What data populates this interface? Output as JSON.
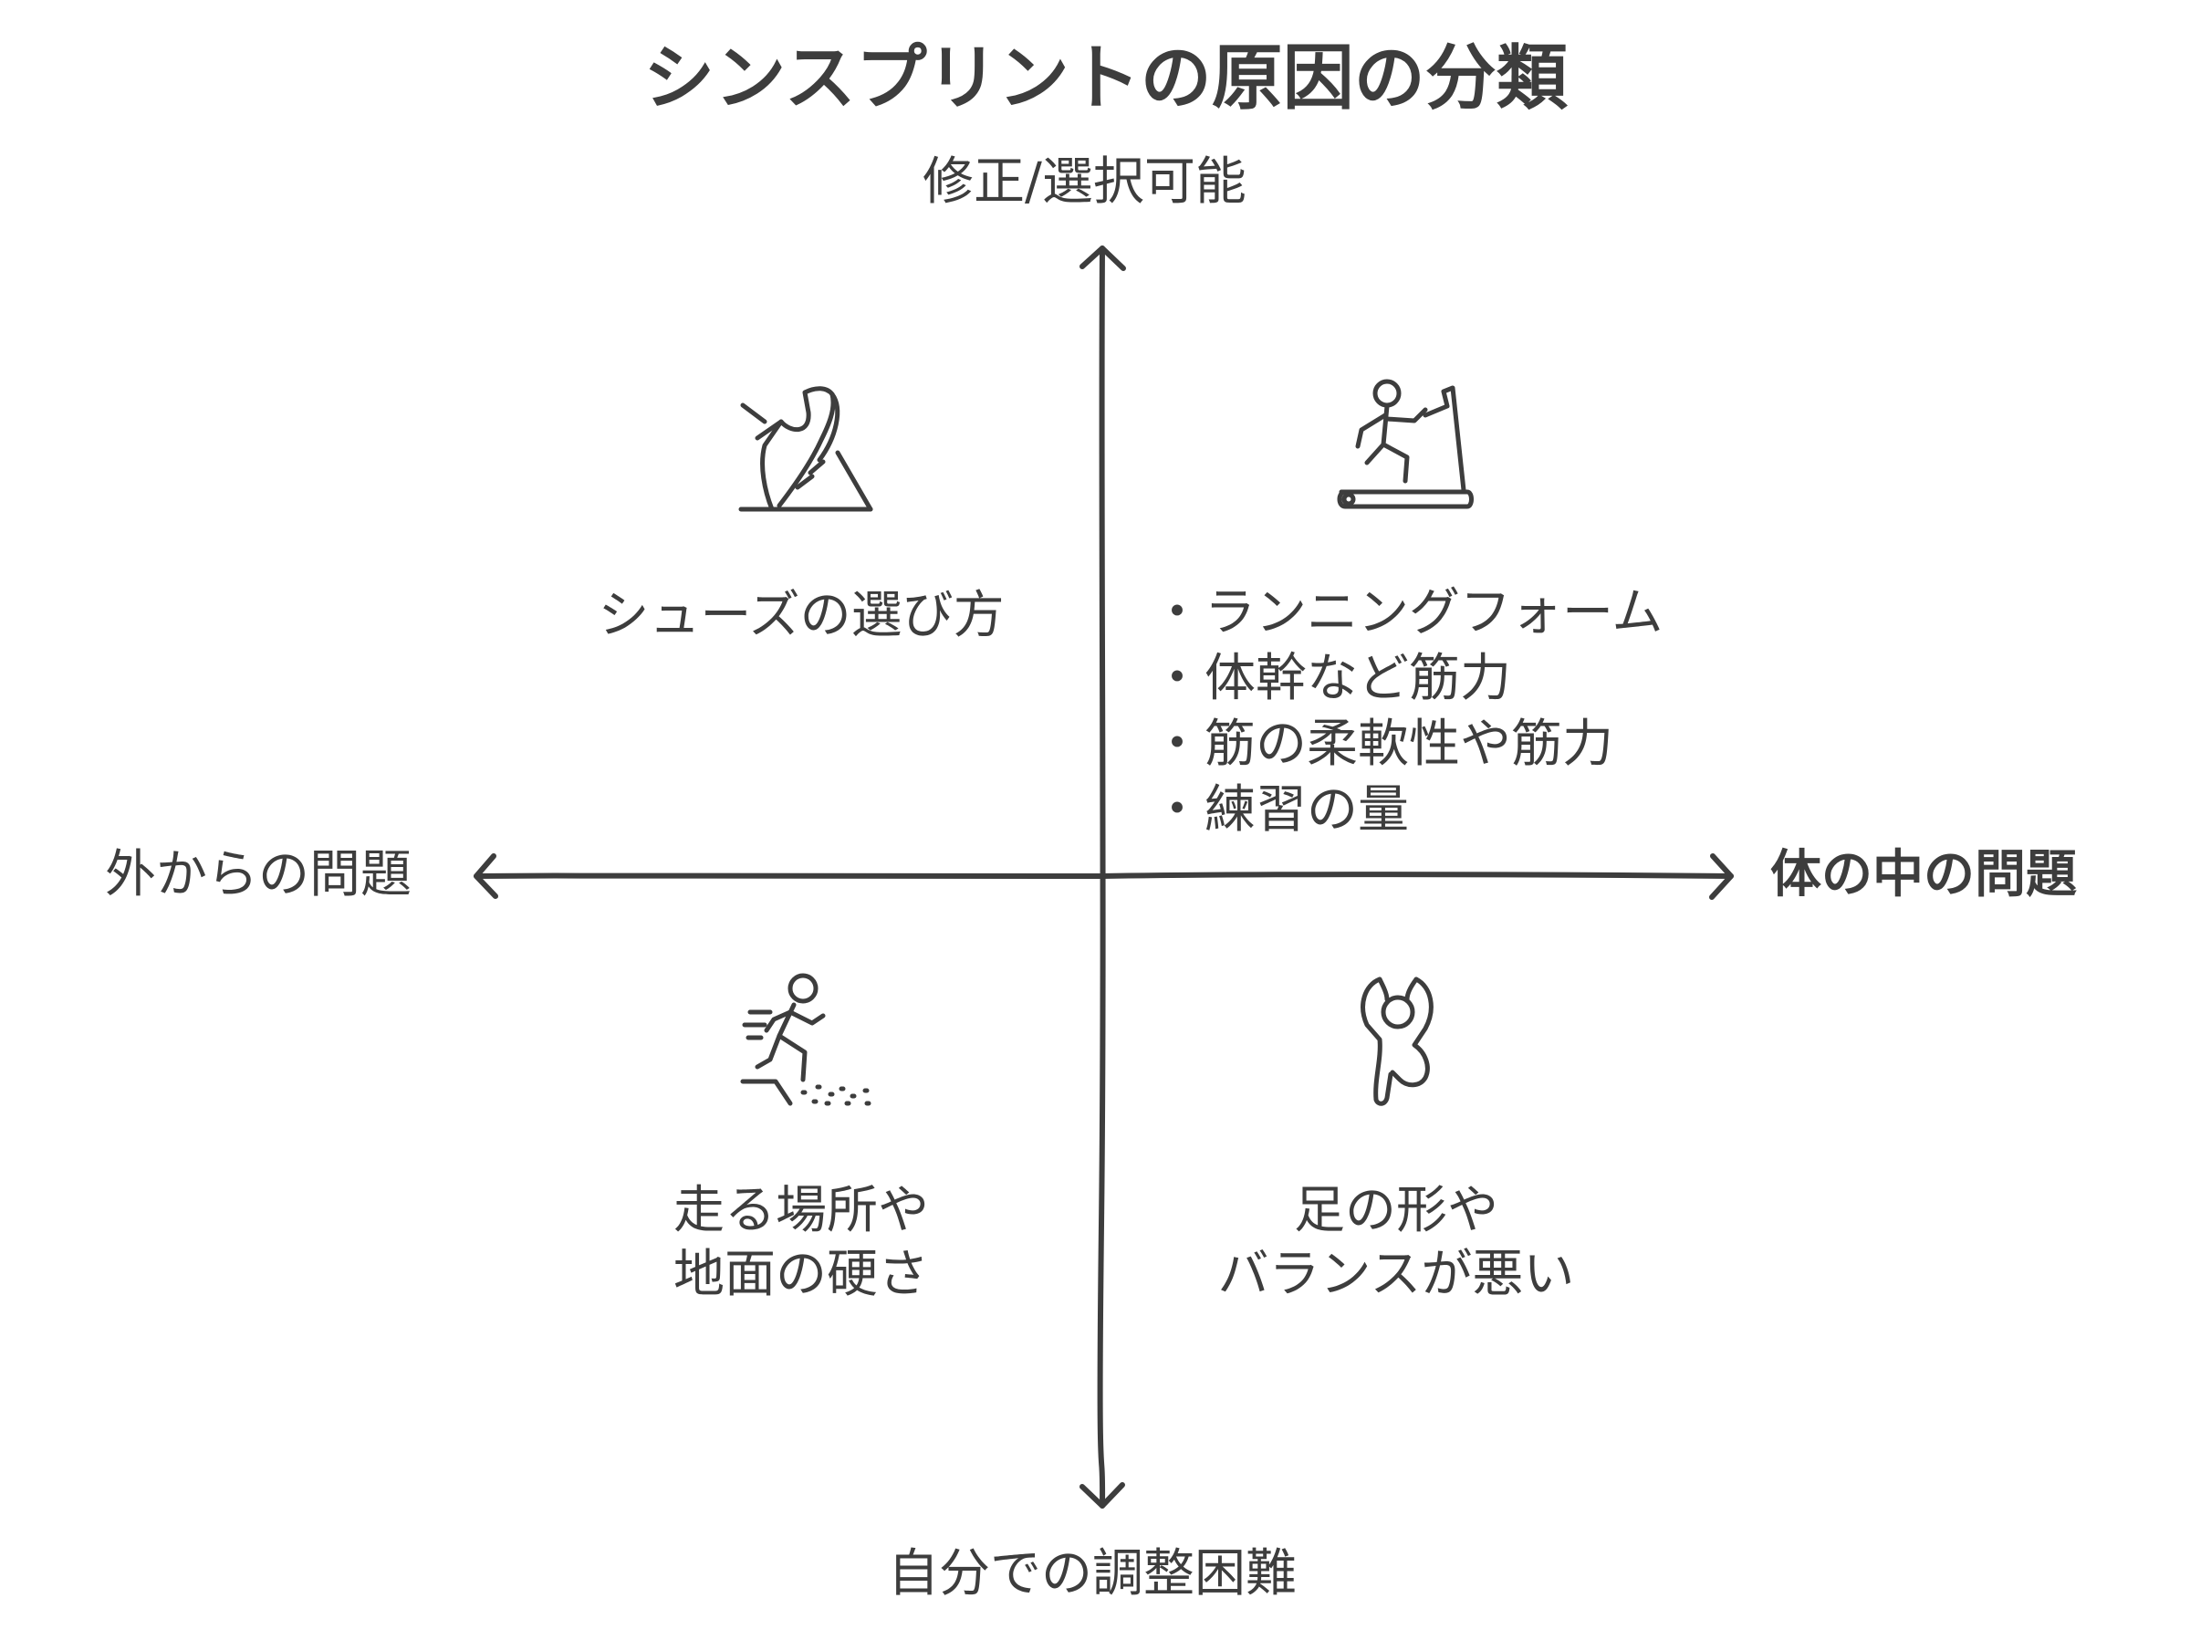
{
  "title": "シンスプリントの原因の分類",
  "axes": {
    "top": "修正/選択可能",
    "bottom": "自分での調整困難",
    "left": "外からの問題",
    "right": "体の中の問題"
  },
  "quadrants": {
    "top_left": {
      "icon": "shoe-icon",
      "label": "シューズの選び方"
    },
    "top_right": {
      "icon": "treadmill-runner-icon",
      "items": [
        "ランニングフォーム",
        "体幹など筋力",
        "筋の柔軟性や筋力",
        "練習の量"
      ]
    },
    "bottom_left": {
      "icon": "runner-on-ground-icon",
      "line1": "走る場所や",
      "line2": "地面の硬さ"
    },
    "bottom_right": {
      "icon": "unbalanced-figure-icon",
      "line1": "足の形や",
      "line2": "バランスが悪い"
    }
  },
  "colors": {
    "stroke": "#3d3d3d",
    "background": "#ffffff"
  }
}
